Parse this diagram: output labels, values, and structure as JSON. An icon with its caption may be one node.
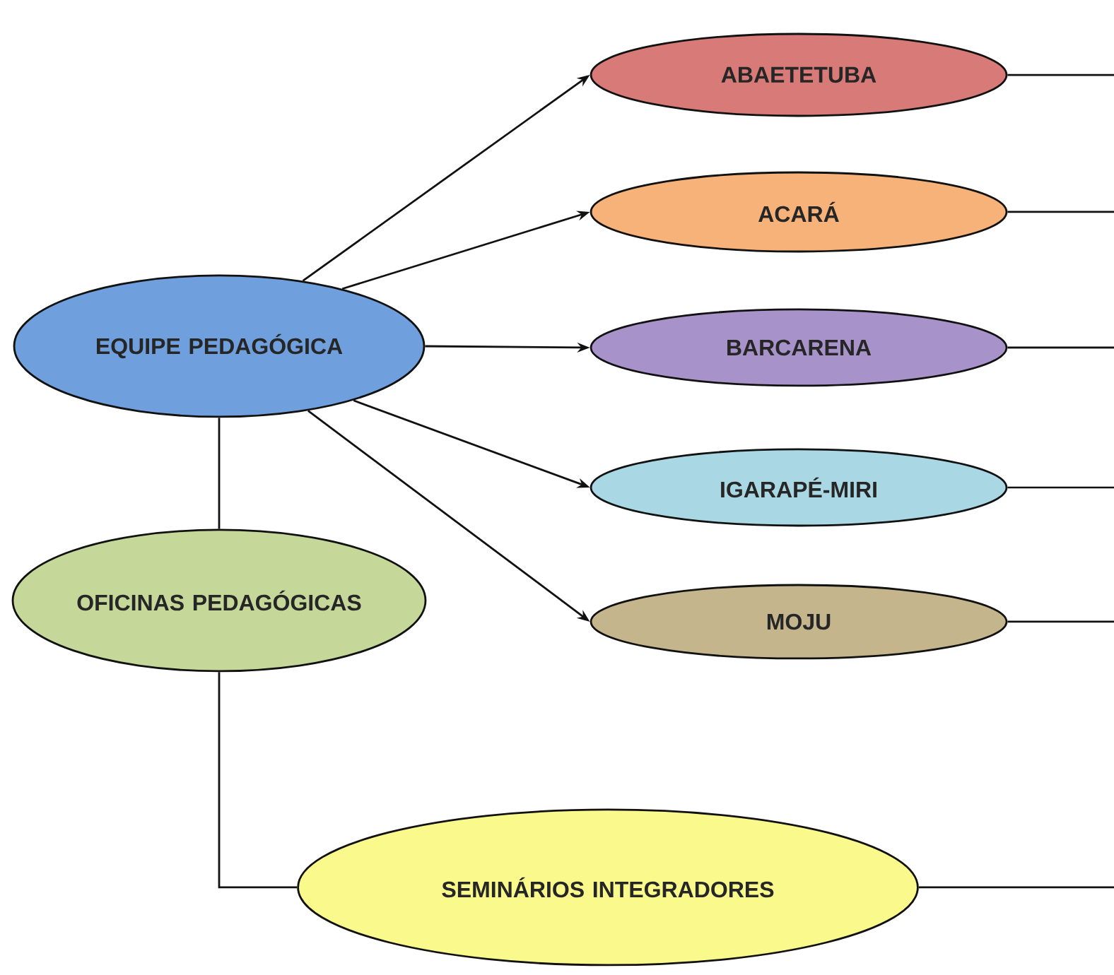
{
  "diagram": {
    "nodes": [
      {
        "text": [
          "EQUIPE PEDAGÓGICA"
        ]
      },
      {
        "text": [
          "ABAETETUBA"
        ]
      },
      {
        "text": [
          "ACARÁ"
        ]
      },
      {
        "text": [
          "BARCARENA"
        ]
      },
      {
        "text": [
          "IGARAPÉ-MIRI"
        ]
      },
      {
        "text": [
          "MOJU"
        ]
      },
      {
        "text": [
          "OFICINAS PEDAGÓGICAS"
        ]
      },
      {
        "text": [
          "SEMINÁRIOS INTEGRADORES"
        ]
      }
    ],
    "edges": [
      {
        "from": 0,
        "to": 1,
        "arrow": "to"
      },
      {
        "from": 0,
        "to": 2,
        "arrow": "to"
      },
      {
        "from": 0,
        "to": 3,
        "arrow": "to"
      },
      {
        "from": 0,
        "to": 4,
        "arrow": "to"
      },
      {
        "from": 0,
        "to": 5,
        "arrow": "to"
      },
      {
        "from": 1,
        "to": null,
        "arrow": "none"
      },
      {
        "from": 2,
        "to": null,
        "arrow": "none"
      },
      {
        "from": 3,
        "to": null,
        "arrow": "none"
      },
      {
        "from": 4,
        "to": null,
        "arrow": "none"
      },
      {
        "from": 5,
        "to": null,
        "arrow": "none"
      },
      {
        "from": 0,
        "to": 6,
        "arrow": "none"
      },
      {
        "from": 6,
        "to": 7,
        "arrow": "none"
      },
      {
        "from": 7,
        "to": null,
        "arrow": "none"
      }
    ]
  }
}
